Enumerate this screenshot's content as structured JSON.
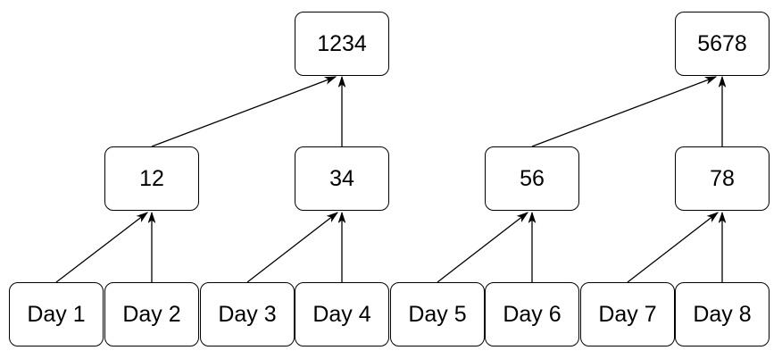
{
  "diagram": {
    "description": "Two binary aggregation trees combining daily values",
    "colors": {
      "background": "#ffffff",
      "node_fill": "#ffffff",
      "node_border": "#000000",
      "text": "#000000",
      "edge": "#000000"
    },
    "nodes": {
      "day1": {
        "label": "Day 1"
      },
      "day2": {
        "label": "Day 2"
      },
      "day3": {
        "label": "Day 3"
      },
      "day4": {
        "label": "Day 4"
      },
      "day5": {
        "label": "Day 5"
      },
      "day6": {
        "label": "Day 6"
      },
      "day7": {
        "label": "Day 7"
      },
      "day8": {
        "label": "Day 8"
      },
      "n12": {
        "label": "12"
      },
      "n34": {
        "label": "34"
      },
      "n56": {
        "label": "56"
      },
      "n78": {
        "label": "78"
      },
      "n1234": {
        "label": "1234"
      },
      "n5678": {
        "label": "5678"
      }
    },
    "edges": [
      {
        "from": "Day 1",
        "to": "12"
      },
      {
        "from": "Day 2",
        "to": "12"
      },
      {
        "from": "Day 3",
        "to": "34"
      },
      {
        "from": "Day 4",
        "to": "34"
      },
      {
        "from": "Day 5",
        "to": "56"
      },
      {
        "from": "Day 6",
        "to": "56"
      },
      {
        "from": "Day 7",
        "to": "78"
      },
      {
        "from": "Day 8",
        "to": "78"
      },
      {
        "from": "12",
        "to": "1234"
      },
      {
        "from": "34",
        "to": "1234"
      },
      {
        "from": "56",
        "to": "5678"
      },
      {
        "from": "78",
        "to": "5678"
      }
    ]
  }
}
